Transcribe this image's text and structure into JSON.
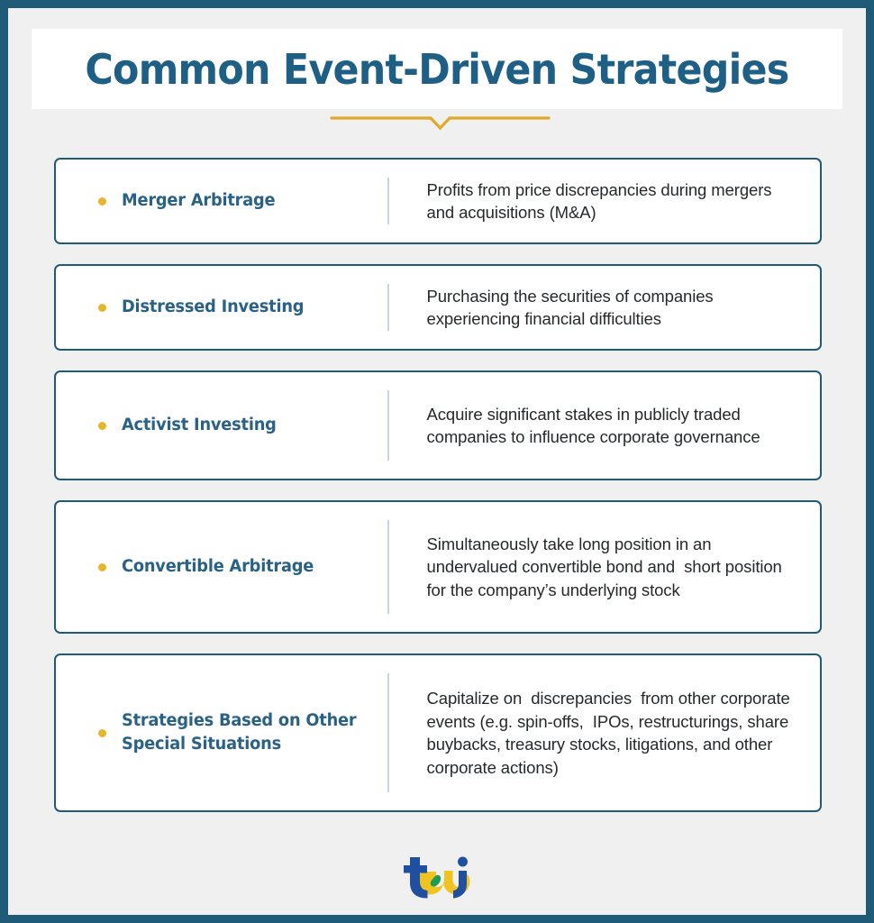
{
  "theme": {
    "frame_color": "#1f5a79",
    "background": "#f0f0f0",
    "card_background": "#ffffff",
    "title_color": "#1d5f85",
    "label_color": "#2a6287",
    "description_color": "#26292b",
    "bullet_color": "#e8b52b",
    "accent_color": "#e0a92a",
    "divider_color": "#c9d5dd",
    "logo_blue": "#1f4fa0",
    "logo_yellow": "#f0c420",
    "logo_green": "#1d9b4e"
  },
  "header": {
    "title": "Common Event-Driven Strategies",
    "accent": "gold-underline-chevron"
  },
  "strategies": [
    {
      "label": "Merger Arbitrage",
      "description": "Profits from price discrepancies during mergers and acquisitions (M&A)"
    },
    {
      "label": "Distressed Investing",
      "description": "Purchasing the securities of companies experiencing financial difficulties"
    },
    {
      "label": "Activist Investing",
      "description": "Acquire significant stakes in publicly traded companies to influence corporate governance"
    },
    {
      "label": "Convertible Arbitrage",
      "description": "Simultaneously take long position in an undervalued convertible bond and  short position for the company’s underlying stock"
    },
    {
      "label": "Strategies Based on Other Special Situations",
      "description": "Capitalize on  discrepancies  from other corporate events (e.g. spin-offs,  IPOs, restructurings, share buybacks, treasury stocks, litigations, and other corporate actions)"
    }
  ],
  "footer": {
    "logo_text": "tej",
    "logo_name": "tej-logo"
  }
}
